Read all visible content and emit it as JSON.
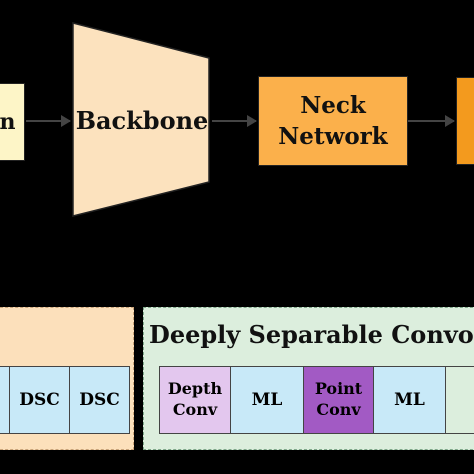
{
  "top_row": {
    "input_label": "n",
    "backbone_label": "Backbone",
    "neck_label": "Neck\nNetwork"
  },
  "left_panel": {
    "cells": [
      "DSC",
      "DSC"
    ]
  },
  "right_panel": {
    "title": "Deeply Separable Convolu",
    "cells": [
      "Depth\nConv",
      "ML",
      "Point\nConv",
      "ML"
    ]
  },
  "colors": {
    "background": "#000000",
    "input_fill": "#FDF5C7",
    "backbone_fill": "#FCE2BE",
    "neck_fill": "#FBB04B",
    "head_fill": "#F39A1E",
    "left_panel_fill": "#FCE0BB",
    "right_panel_fill": "#DCEEDD",
    "depth_conv_fill": "#E3C7EE",
    "point_conv_fill": "#A25AC4",
    "ml_fill": "#C8E9F8",
    "dsc_fill": "#C8E9F8"
  }
}
